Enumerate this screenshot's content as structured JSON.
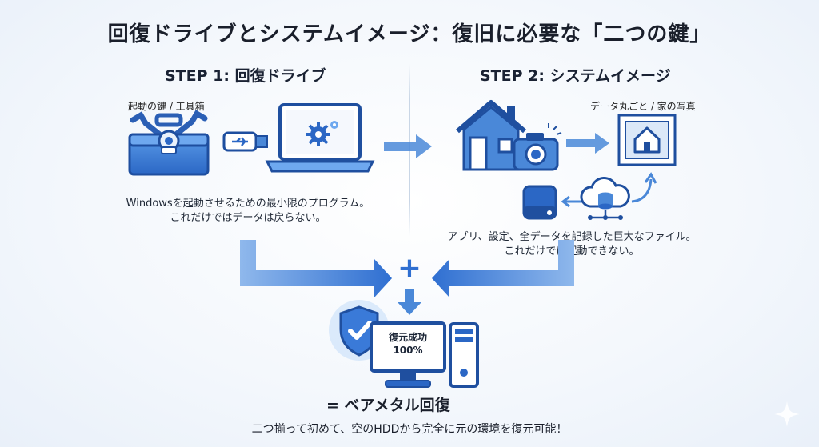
{
  "title": "回復ドライブとシステムイメージ：復旧に必要な「二つの鍵」",
  "step1": {
    "heading": "STEP 1: 回復ドライブ",
    "icon_label": "起動の鍵 / 工具箱",
    "desc_line1": "Windowsを起動させるための最小限のプログラム。",
    "desc_line2": "これだけではデータは戻らない。"
  },
  "step2": {
    "heading": "STEP 2: システムイメージ",
    "icon_label": "データ丸ごと / 家の写真",
    "desc_line1": "アプリ、設定、全データを記録した巨大なファイル。",
    "desc_line2": "これだけでは起動できない。"
  },
  "combine_symbol": "+",
  "monitor": {
    "line1": "復元成功",
    "line2": "100%"
  },
  "result": "= ベアメタル回復",
  "footer": "二つ揃って初めて、空のHDDから完全に元の環境を復元可能！",
  "colors": {
    "accent": "#2f6fd1",
    "accent_light": "#a9c8ef",
    "dark": "#1a1f2b"
  }
}
